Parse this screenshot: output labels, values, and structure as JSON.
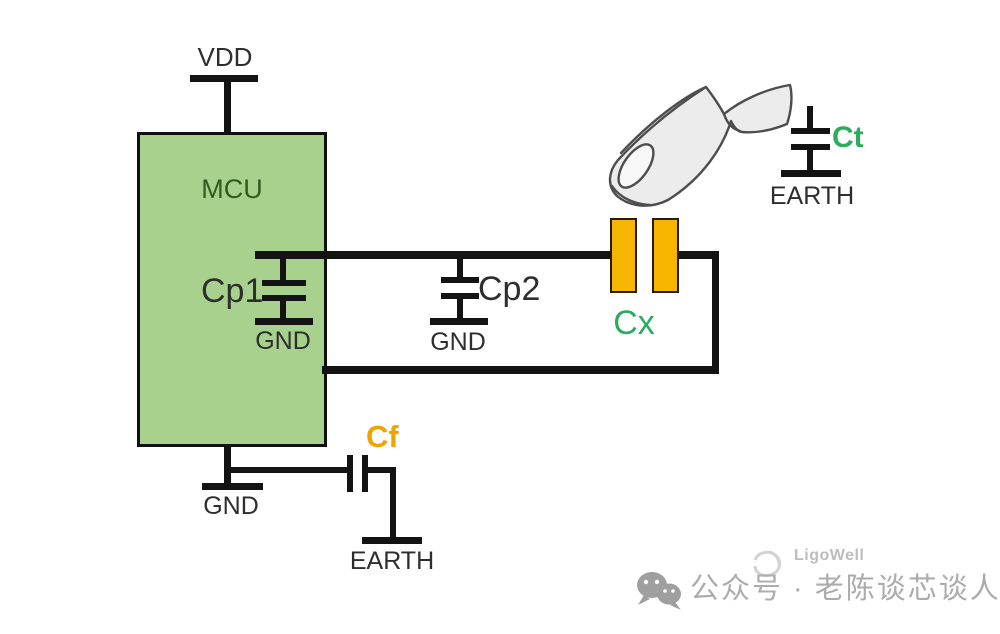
{
  "diagram": {
    "mcu_label": "MCU",
    "power": {
      "vdd": "VDD",
      "gnd": "GND",
      "earth": "EARTH"
    },
    "capacitors": {
      "cp1": "Cp1",
      "cp2": "Cp2",
      "cx": "Cx",
      "ct": "Ct",
      "cf": "Cf"
    }
  },
  "colors": {
    "mcu_fill": "#A9D18E",
    "mcu_text": "#2F5C1D",
    "electrode_fill": "#F7B500",
    "green_label": "#2BAC5F",
    "orange_label": "#F0A400",
    "wire_black": "#131313",
    "finger_fill": "#ECECEC",
    "watermark_gray": "#ACACAC"
  },
  "icons": {
    "wechat": "wechat-chat-bubbles",
    "brand_mark": "ligowell-logo",
    "finger": "pointing-finger-illustration"
  },
  "watermark": {
    "brand": "LigoWell",
    "account": "公众号 · 老陈谈芯谈人"
  }
}
